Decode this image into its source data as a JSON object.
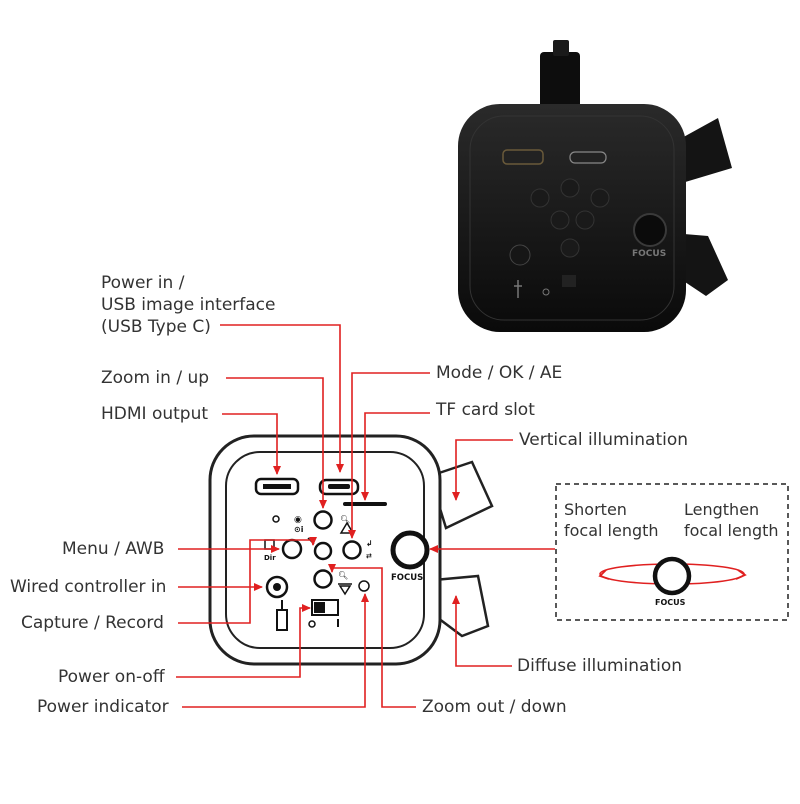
{
  "labels": {
    "power_in": [
      "Power in /",
      "USB image interface",
      "(USB Type C)"
    ],
    "zoom_in": "Zoom in / up",
    "hdmi_output": "HDMI output",
    "mode_ok_ae": "Mode / OK / AE",
    "tf_card_slot": "TF card slot",
    "vertical_illumination": "Vertical illumination",
    "menu_awb": "Menu / AWB",
    "wired_controller": "Wired controller in",
    "capture_record": "Capture / Record",
    "power_on_off": "Power on-off",
    "power_indicator": "Power indicator",
    "zoom_out": "Zoom out / down",
    "diffuse_illumination": "Diffuse illumination",
    "shorten": [
      "Shorten",
      "focal length"
    ],
    "lengthen": [
      "Lengthen",
      "focal length"
    ]
  },
  "device_text": {
    "focus": "FOCUS"
  },
  "colors": {
    "leader_line": "#e02020",
    "device_body": "#111111",
    "outline": "#222222"
  }
}
